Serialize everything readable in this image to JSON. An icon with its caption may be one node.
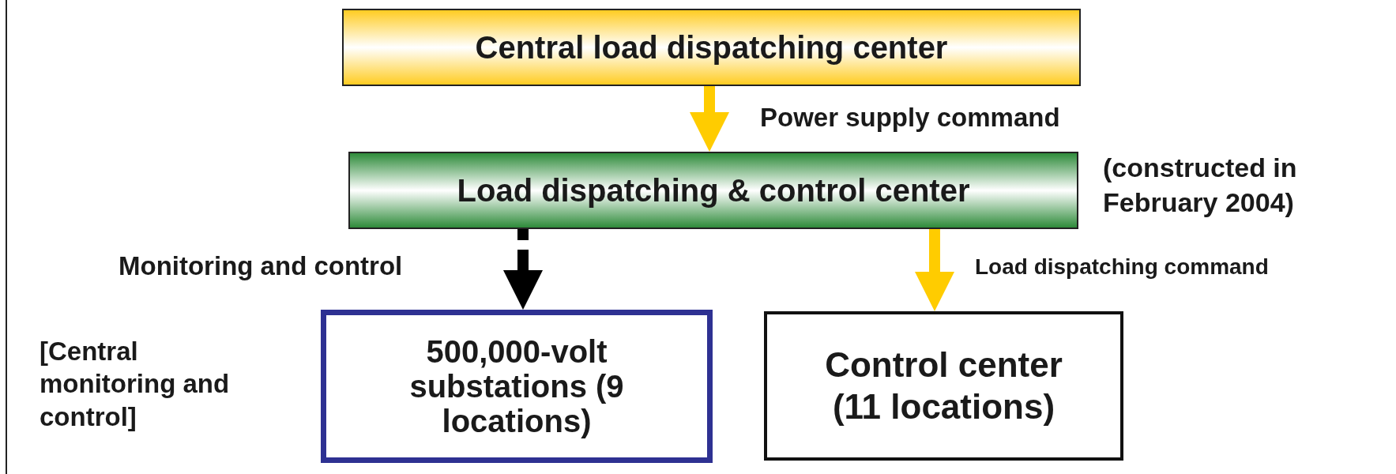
{
  "diagram": {
    "nodes": [
      {
        "text": [
          "Central load dispatching center"
        ]
      },
      {
        "text": [
          "Load dispatching & control center"
        ],
        "beside": [
          "(constructed in February 2004)"
        ]
      },
      {
        "text": [
          "500,000-volt substations (9 locations)"
        ],
        "beside": [
          "[Central monitoring and control]"
        ]
      },
      {
        "text": [
          "Control center (11 locations)"
        ]
      }
    ],
    "edges": [
      {
        "from": 0,
        "to": 1,
        "arrow": "to",
        "label": "Power supply command"
      },
      {
        "from": 1,
        "to": 2,
        "arrow": "to",
        "label": "Monitoring and control",
        "style": "dashed",
        "color": "#000000"
      },
      {
        "from": 1,
        "to": 3,
        "arrow": "to",
        "label": "Load dispatching command"
      }
    ]
  }
}
